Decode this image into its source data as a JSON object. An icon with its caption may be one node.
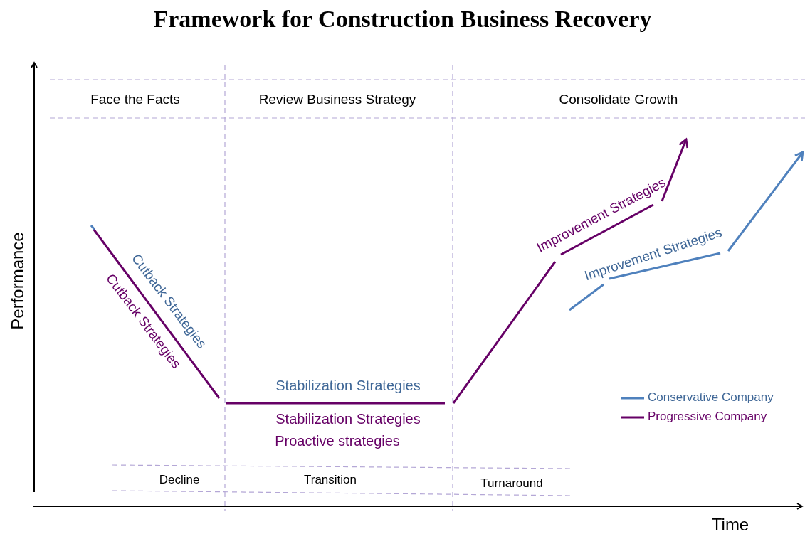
{
  "diagram": {
    "title": "Framework for Construction Business Recovery",
    "labels": [
      "Face the Facts",
      "Review Business Strategy",
      "Consolidate Growth",
      "Performance",
      "Cutback Strategies",
      "Cutback Strategies",
      "Improvement  Strategies",
      "Improvement  Strategies",
      "Stabilization Strategies",
      "Stabilization Strategies",
      "Proactive strategies",
      "Decline",
      "Transition",
      "Turnaround",
      "Time"
    ],
    "legend": [
      {
        "text": "Conservative Company"
      },
      {
        "text": "Progressive Company"
      }
    ]
  }
}
